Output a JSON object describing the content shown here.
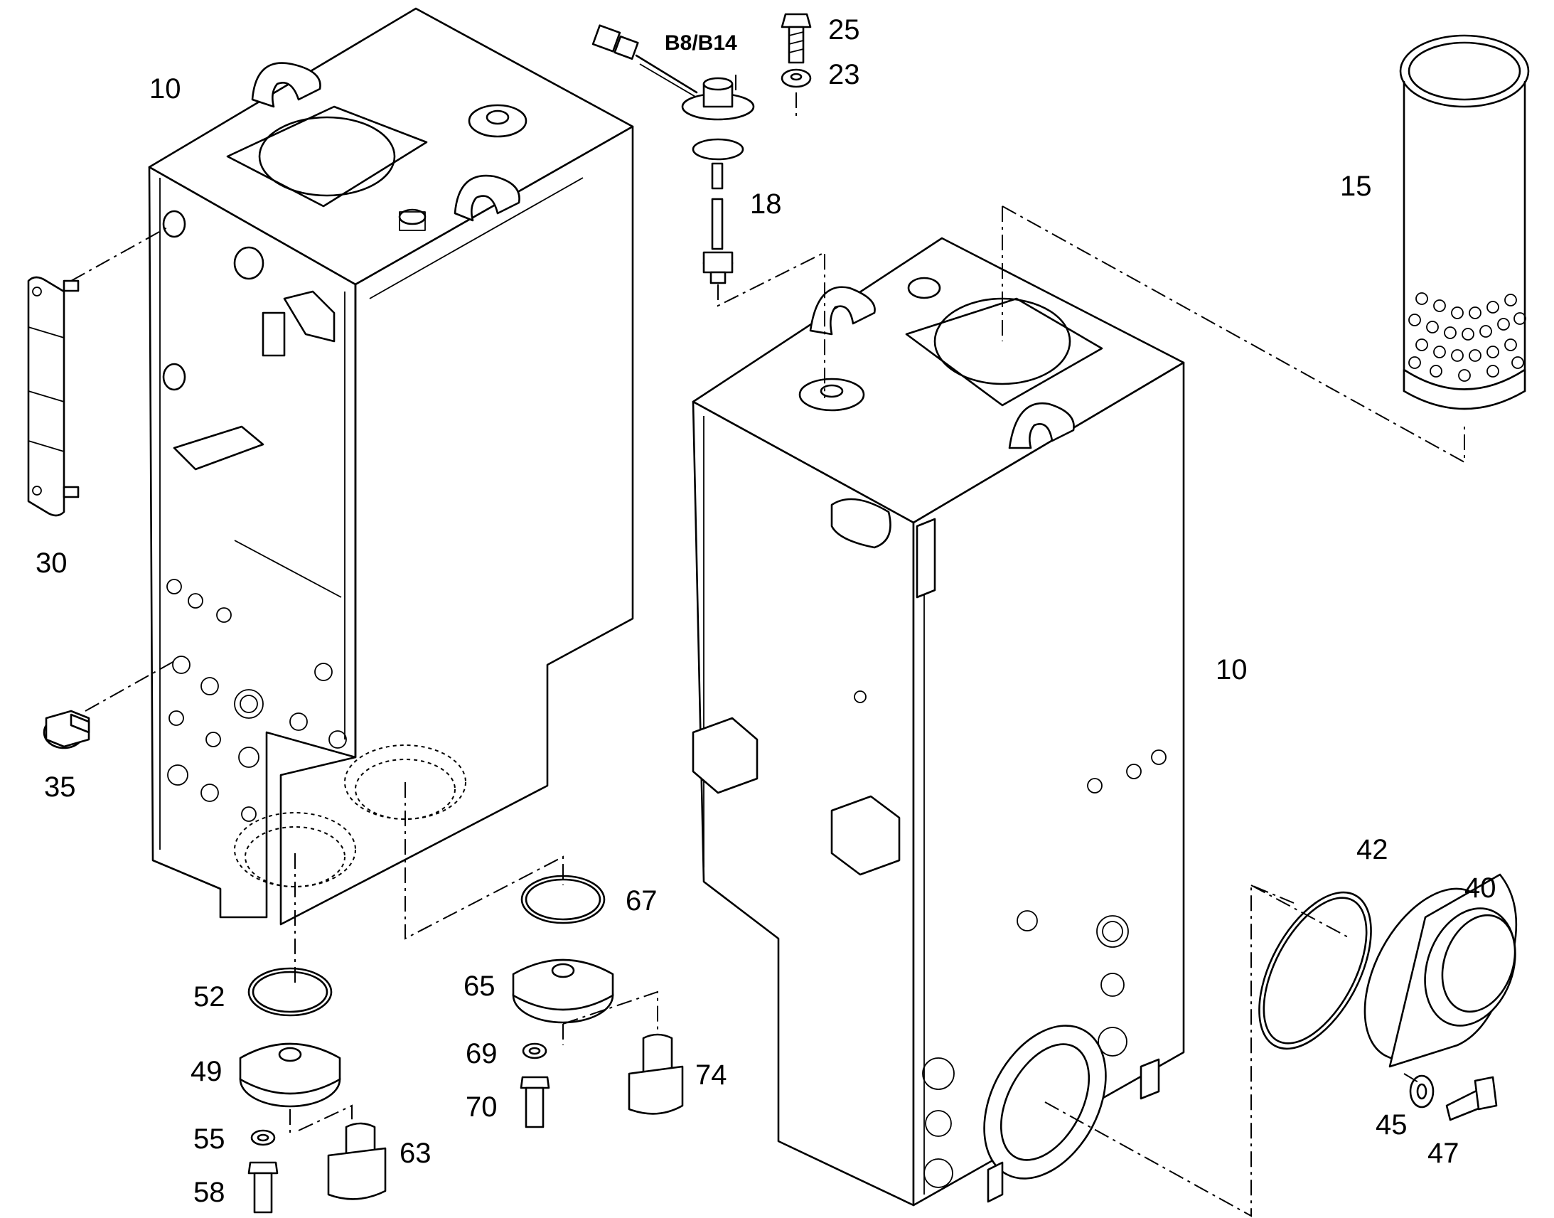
{
  "labels": {
    "tank_left": "10",
    "tank_right": "10",
    "sensor_code": "B8/B14",
    "bolt_top": "25",
    "washer_top": "23",
    "sensor": "18",
    "strainer": "15",
    "sight_glass": "30",
    "plug": "35",
    "o_ring_a": "67",
    "cover_a": "65",
    "washer_a": "69",
    "bolt_a": "70",
    "filter_a": "74",
    "o_ring_b": "52",
    "cover_b": "49",
    "washer_b": "55",
    "bolt_b": "58",
    "filter_b": "63",
    "o_ring_c": "42",
    "flange_c": "40",
    "washer_c": "45",
    "bolt_c": "47"
  }
}
